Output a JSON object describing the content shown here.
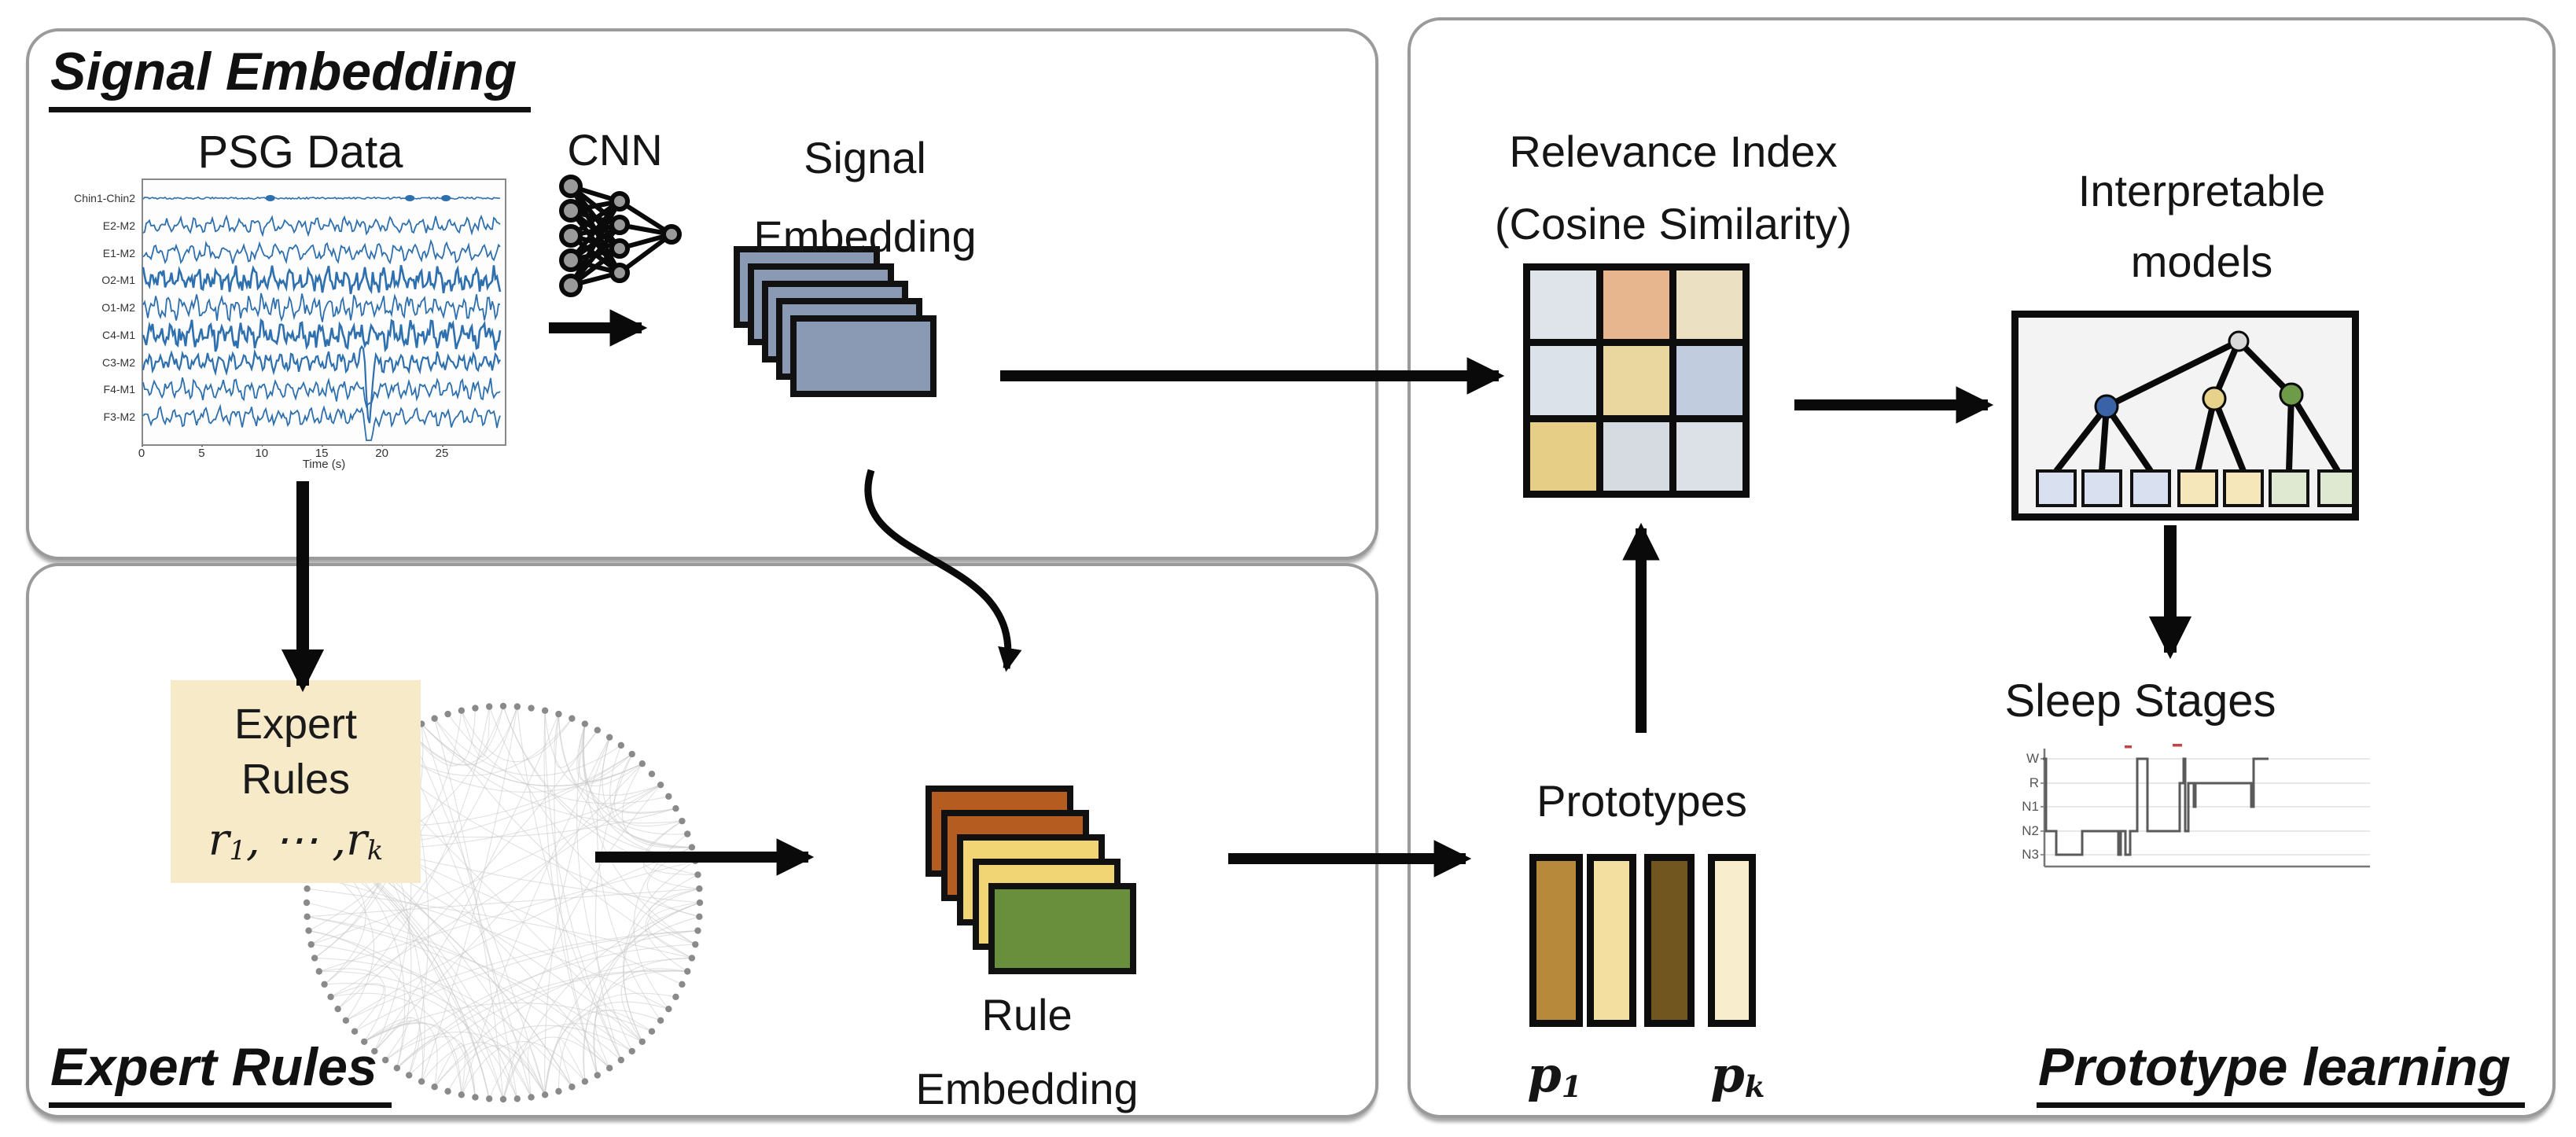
{
  "panels": {
    "signal_embedding": {
      "title": "Signal Embedding"
    },
    "expert_rules": {
      "title": "Expert Rules"
    },
    "prototype_learning": {
      "title": "Prototype learning"
    }
  },
  "psg": {
    "title": "PSG Data",
    "channels": [
      "Chin1-Chin2",
      "E2-M2",
      "E1-M2",
      "O2-M1",
      "O1-M2",
      "C4-M1",
      "C3-M2",
      "F4-M1",
      "F3-M2"
    ],
    "x_ticks": [
      "0",
      "5",
      "10",
      "15",
      "20",
      "25"
    ],
    "x_label": "Time (s)",
    "trace_color": "#2e6fad"
  },
  "cnn": {
    "label": "CNN"
  },
  "signal_stack": {
    "label_line1": "Signal",
    "label_line2": "Embedding",
    "fill": "#8b9ab4"
  },
  "expert_box": {
    "line1": "Expert",
    "line2": "Rules",
    "math": {
      "r1": "r",
      "sub1": "1",
      "dots": ", ⋯ ,",
      "r2": "r",
      "sub2": "k"
    },
    "bg": "#f6eac8"
  },
  "rule_stack": {
    "label_line1": "Rule",
    "label_line2": "Embedding",
    "fills": [
      "#b55d20",
      "#b55d20",
      "#f1d474",
      "#f1d474",
      "#698f3d"
    ]
  },
  "relevance": {
    "title_line1": "Relevance Index",
    "title_line2": "(Cosine Similarity)",
    "cells": [
      [
        "#dfe3ea",
        "#e7b68e",
        "#ebe1c2"
      ],
      [
        "#dce2ea",
        "#e9d79f",
        "#c1cddf"
      ],
      [
        "#e6ce87",
        "#d6dae1",
        "#dce0e7"
      ]
    ]
  },
  "prototypes": {
    "title": "Prototypes",
    "bar_fills": [
      "#b6893b",
      "#f3dfa0",
      "#715620",
      "#f8eecd"
    ],
    "label_first": {
      "p": "p",
      "sub": "1"
    },
    "label_last": {
      "p": "p",
      "sub": "k"
    }
  },
  "interpretable": {
    "title_line1": "Interpretable",
    "title_line2": "models",
    "root_fill": "#d9d9d9",
    "child_fills": [
      "#3a62a7",
      "#e6d28a",
      "#6e9b49"
    ],
    "leaf_fills": [
      "#d9e0ef",
      "#d9e0ef",
      "#d9e0ef",
      "#f5e7b9",
      "#f5e7b9",
      "#dfe9d2",
      "#dfe9d2"
    ]
  },
  "sleep": {
    "title": "Sleep Stages",
    "stages": [
      "W",
      "R",
      "N1",
      "N2",
      "N3"
    ],
    "steps": [
      {
        "x": -2,
        "stage": "W"
      },
      {
        "x": 2,
        "stage": "N2"
      },
      {
        "x": 15,
        "stage": "N3"
      },
      {
        "x": 48,
        "stage": "N2"
      },
      {
        "x": 94,
        "stage": "N3"
      },
      {
        "x": 97,
        "stage": "N2"
      },
      {
        "x": 103,
        "stage": "N3"
      },
      {
        "x": 109,
        "stage": "N2"
      },
      {
        "x": 118,
        "stage": "W"
      },
      {
        "x": 131,
        "stage": "N2"
      },
      {
        "x": 172,
        "stage": "R"
      },
      {
        "x": 177,
        "stage": "W"
      },
      {
        "x": 179,
        "stage": "N2"
      },
      {
        "x": 183,
        "stage": "R"
      },
      {
        "x": 190,
        "stage": "N1"
      },
      {
        "x": 192,
        "stage": "R"
      },
      {
        "x": 263,
        "stage": "N1"
      },
      {
        "x": 266,
        "stage": "W"
      }
    ],
    "end_x": 285,
    "rem_marks_color": "#c04545"
  }
}
